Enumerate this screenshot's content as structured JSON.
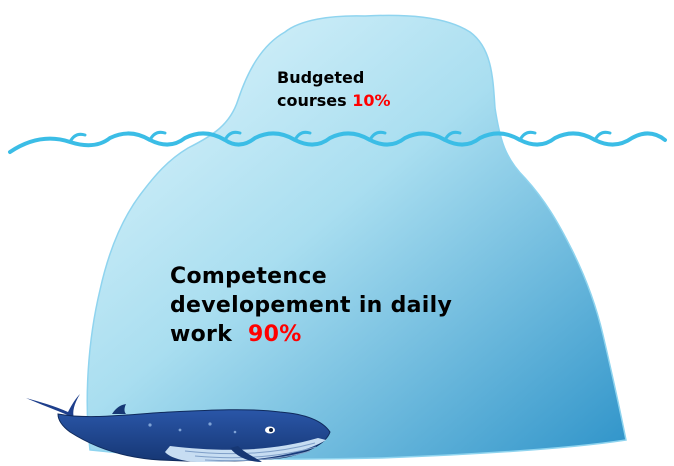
{
  "tip": {
    "line1": "Budgeted",
    "line2": "courses",
    "percent": "10%"
  },
  "underwater": {
    "line1": "Competence",
    "line2": "developement in daily",
    "line3": "work",
    "percent": "90%"
  },
  "colors": {
    "iceberg_light": "#cdeefa",
    "iceberg_dark": "#2e93c9",
    "water_line": "#3bbde6",
    "percent_text": "#ff0000",
    "whale_dark": "#1e3f8c",
    "whale_light": "#bcd6ef"
  },
  "icons": {
    "waterline": "wave-line-icon",
    "creature": "whale-icon"
  }
}
